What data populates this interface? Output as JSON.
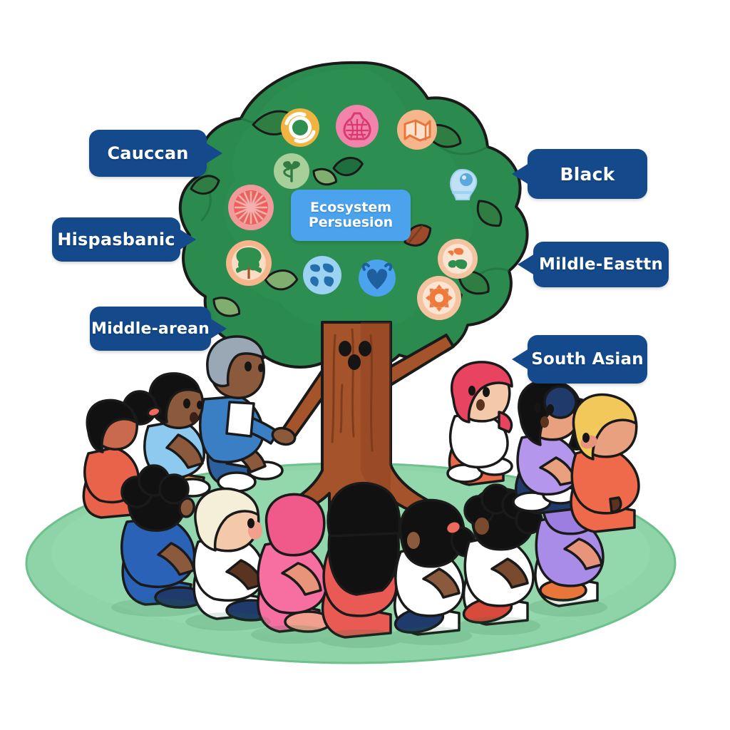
{
  "illustration": {
    "title": "Ecosystem Persuesion",
    "scene_description": "classroom-circle-under-tree",
    "background_color": "#ffffff"
  },
  "center_banner": {
    "line1": "Ecosystem",
    "line2": "Persuesion",
    "background_color": "#4ba3ee",
    "text_color": "#ffffff"
  },
  "callouts": {
    "background_color": "#14498c",
    "text_color": "#ffffff",
    "left": [
      {
        "label": "Cauccan"
      },
      {
        "label": "Hispasbanic"
      },
      {
        "label": "Middle-arean"
      }
    ],
    "right": [
      {
        "label": "Black"
      },
      {
        "label": "Mildle-Easttn"
      },
      {
        "label": "South Asian"
      }
    ]
  },
  "tree": {
    "canopy_color": "#2b8a4e",
    "canopy_shadow_color": "#1f6f3e",
    "trunk_color": "#a5532a",
    "trunk_shadow_color": "#8a3f1f",
    "outline_color": "#1a1a1a",
    "knots": 3,
    "loose_leaves": [
      {
        "color": "#2f7d43"
      },
      {
        "color": "#7fae6f"
      },
      {
        "color": "#1f6f3e"
      },
      {
        "color": "#9c4a2a"
      },
      {
        "color": "#2f7d43"
      }
    ],
    "icons": [
      {
        "name": "recycle-apple-icon",
        "badge_color": "#f2b441",
        "glyph_color": "#2f8f4e"
      },
      {
        "name": "money-bag-icon",
        "badge_color": "#f284ab",
        "glyph_color": "#d8396f"
      },
      {
        "name": "map-leaf-icon",
        "badge_color": "#f6b58a",
        "glyph_color": "#e8763a"
      },
      {
        "name": "sprout-icon",
        "badge_color": "#a8cf9a",
        "glyph_color": "#2f7d43"
      },
      {
        "name": "fruit-slice-icon",
        "badge_color": "#f29a9a",
        "glyph_color": "#d8453f"
      },
      {
        "name": "tree-growth-icon",
        "badge_color": "#f6b58a",
        "glyph_color": "#2f8f4e"
      },
      {
        "name": "globe-icon",
        "badge_color": "#9cd2f2",
        "glyph_color": "#2470ad"
      },
      {
        "name": "community-heart-icon",
        "badge_color": "#4ba3ee",
        "glyph_color": "#1f5f9e"
      },
      {
        "name": "recycle-plant-icon",
        "badge_color": "#f6c3a0",
        "glyph_color": "#2f8f4e"
      },
      {
        "name": "gear-icon",
        "badge_color": "#f6c3a0",
        "glyph_color": "#ef7a3c"
      },
      {
        "name": "water-drop-icon",
        "badge_color": "#bfe0f5",
        "glyph_color": "#5aa8dd"
      }
    ]
  },
  "ground": {
    "color": "#8fd4a8",
    "edge_color": "#6cc18c",
    "shape": "ellipse"
  },
  "people": {
    "teacher": {
      "name": "teacher",
      "hair_color": "#9aa7b5",
      "skin_color": "#8b5a3c",
      "shirt_color": "#3a7ec4",
      "pants_color": "#2c5f9e",
      "shoe_color": "#ffffff",
      "holding": "paper-sheet"
    },
    "children": [
      {
        "name": "child-red-shirt-left",
        "skin_color": "#c96a4e",
        "hair_color": "#111111",
        "shirt_color": "#e8634a"
      },
      {
        "name": "child-blue-shirt-ponytail",
        "skin_color": "#8b5a3c",
        "hair_color": "#111111",
        "shirt_color": "#8ec9f0",
        "pants_color": "#e8a33c"
      },
      {
        "name": "child-blue-shirt-back",
        "skin_color": "#8b5a3c",
        "hair_color": "#111111",
        "shirt_color": "#2a62b8"
      },
      {
        "name": "child-blond-white-shirt",
        "skin_color": "#f3c9aa",
        "hair_color": "#f5efd9",
        "shirt_color": "#ffffff",
        "pants_color": "#1f3a6b"
      },
      {
        "name": "child-pink-hijab",
        "skin_color": "#e8a07e",
        "hair_color": "#f05a8a",
        "shirt_color": "#f76ea0"
      },
      {
        "name": "child-red-shirt-long-hair",
        "skin_color": "#c96a4e",
        "hair_color": "#111111",
        "shirt_color": "#ea5a55"
      },
      {
        "name": "child-white-shirt-ponytail",
        "skin_color": "#8b5a3c",
        "hair_color": "#111111",
        "shirt_color": "#ffffff",
        "pants_color": "#1f3a6b"
      },
      {
        "name": "child-white-shirt-afro",
        "skin_color": "#7a4a2e",
        "hair_color": "#111111",
        "shirt_color": "#ffffff",
        "pants_color": "#d84a3c"
      },
      {
        "name": "child-purple-hijab",
        "skin_color": "#e8a07e",
        "hair_color": "#9b7ee0",
        "shirt_color": "#a98ce8",
        "pants_color": "#ffffff"
      },
      {
        "name": "child-orange-shirt-blond",
        "skin_color": "#e8a07e",
        "hair_color": "#f2c85a",
        "shirt_color": "#ef6a4a"
      },
      {
        "name": "child-red-hijab",
        "skin_color": "#f3c9aa",
        "hair_color": "#e8435f",
        "shirt_color": "#ffffff",
        "pants_color": "#e86a4a"
      },
      {
        "name": "child-purple-sweater",
        "skin_color": "#e8a07e",
        "hair_color": "#111111",
        "shirt_color": "#b497ec",
        "pants_color": "#1f3a6b"
      }
    ]
  }
}
